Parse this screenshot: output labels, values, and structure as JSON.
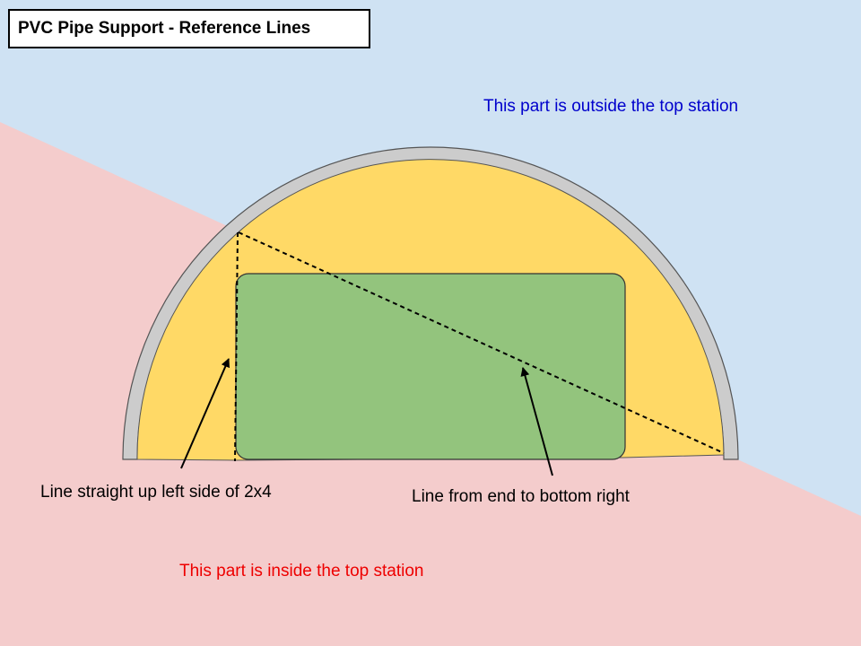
{
  "title": "PVC Pipe Support - Reference Lines",
  "labels": {
    "outside": "This part is outside the top station",
    "inside": "This part is inside the top station",
    "left_line": "Line straight up left side of 2x4",
    "diagonal_line": "Line from end to bottom right"
  },
  "colors": {
    "outside_region": "#cfe2f3",
    "inside_region": "#f4cccc",
    "pipe_fill": "#ffd966",
    "pipe_wall": "#cccccc",
    "board": "#93c47d",
    "outside_text": "#0000cc",
    "inside_text": "#ee0000",
    "line": "#000000"
  }
}
